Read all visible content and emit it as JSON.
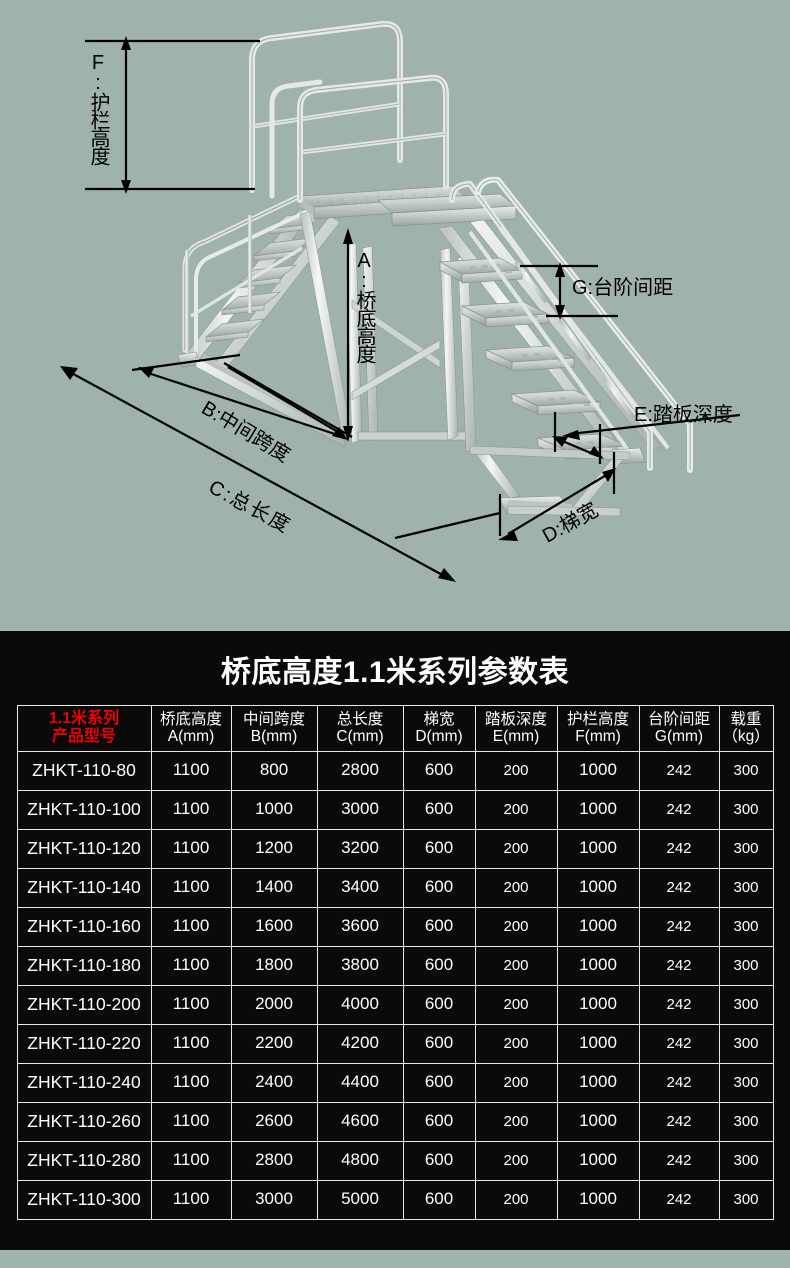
{
  "diagram": {
    "background_color": "#9fb3ab",
    "labels": [
      {
        "key": "F",
        "text": "F:护栏高度",
        "orientation": "vertical"
      },
      {
        "key": "A",
        "text": "A:桥底高度",
        "orientation": "vertical"
      },
      {
        "key": "B",
        "text": "B:中间跨度",
        "orientation": "rotated"
      },
      {
        "key": "C",
        "text": "C:总长度",
        "orientation": "rotated"
      },
      {
        "key": "D",
        "text": "D:梯宽",
        "orientation": "rotated"
      },
      {
        "key": "E",
        "text": "E:踏板深度",
        "orientation": "horizontal"
      },
      {
        "key": "G",
        "text": "G:台阶间距",
        "orientation": "horizontal"
      }
    ]
  },
  "table": {
    "title": "桥底高度1.1米系列参数表",
    "title_color": "#ffffff",
    "model_header_color": "#ee0000",
    "headers": [
      {
        "line1": "1.1米系列",
        "line2": "产品型号"
      },
      {
        "line1": "桥底高度",
        "line2": "A(mm)"
      },
      {
        "line1": "中间跨度",
        "line2": "B(mm)"
      },
      {
        "line1": "总长度",
        "line2": "C(mm)"
      },
      {
        "line1": "梯宽",
        "line2": "D(mm)"
      },
      {
        "line1": "踏板深度",
        "line2": "E(mm)"
      },
      {
        "line1": "护栏高度",
        "line2": "F(mm)"
      },
      {
        "line1": "台阶间距",
        "line2": "G(mm)"
      },
      {
        "line1": "载重",
        "line2": "（kg）"
      }
    ],
    "rows": [
      {
        "model": "ZHKT-110-80",
        "a": "1100",
        "b": "800",
        "c": "2800",
        "d": "600",
        "e": "200",
        "f": "1000",
        "g": "242",
        "load": "300"
      },
      {
        "model": "ZHKT-110-100",
        "a": "1100",
        "b": "1000",
        "c": "3000",
        "d": "600",
        "e": "200",
        "f": "1000",
        "g": "242",
        "load": "300"
      },
      {
        "model": "ZHKT-110-120",
        "a": "1100",
        "b": "1200",
        "c": "3200",
        "d": "600",
        "e": "200",
        "f": "1000",
        "g": "242",
        "load": "300"
      },
      {
        "model": "ZHKT-110-140",
        "a": "1100",
        "b": "1400",
        "c": "3400",
        "d": "600",
        "e": "200",
        "f": "1000",
        "g": "242",
        "load": "300"
      },
      {
        "model": "ZHKT-110-160",
        "a": "1100",
        "b": "1600",
        "c": "3600",
        "d": "600",
        "e": "200",
        "f": "1000",
        "g": "242",
        "load": "300"
      },
      {
        "model": "ZHKT-110-180",
        "a": "1100",
        "b": "1800",
        "c": "3800",
        "d": "600",
        "e": "200",
        "f": "1000",
        "g": "242",
        "load": "300"
      },
      {
        "model": "ZHKT-110-200",
        "a": "1100",
        "b": "2000",
        "c": "4000",
        "d": "600",
        "e": "200",
        "f": "1000",
        "g": "242",
        "load": "300"
      },
      {
        "model": "ZHKT-110-220",
        "a": "1100",
        "b": "2200",
        "c": "4200",
        "d": "600",
        "e": "200",
        "f": "1000",
        "g": "242",
        "load": "300"
      },
      {
        "model": "ZHKT-110-240",
        "a": "1100",
        "b": "2400",
        "c": "4400",
        "d": "600",
        "e": "200",
        "f": "1000",
        "g": "242",
        "load": "300"
      },
      {
        "model": "ZHKT-110-260",
        "a": "1100",
        "b": "2600",
        "c": "4600",
        "d": "600",
        "e": "200",
        "f": "1000",
        "g": "242",
        "load": "300"
      },
      {
        "model": "ZHKT-110-280",
        "a": "1100",
        "b": "2800",
        "c": "4800",
        "d": "600",
        "e": "200",
        "f": "1000",
        "g": "242",
        "load": "300"
      },
      {
        "model": "ZHKT-110-300",
        "a": "1100",
        "b": "3000",
        "c": "5000",
        "d": "600",
        "e": "200",
        "f": "1000",
        "g": "242",
        "load": "300"
      }
    ]
  }
}
